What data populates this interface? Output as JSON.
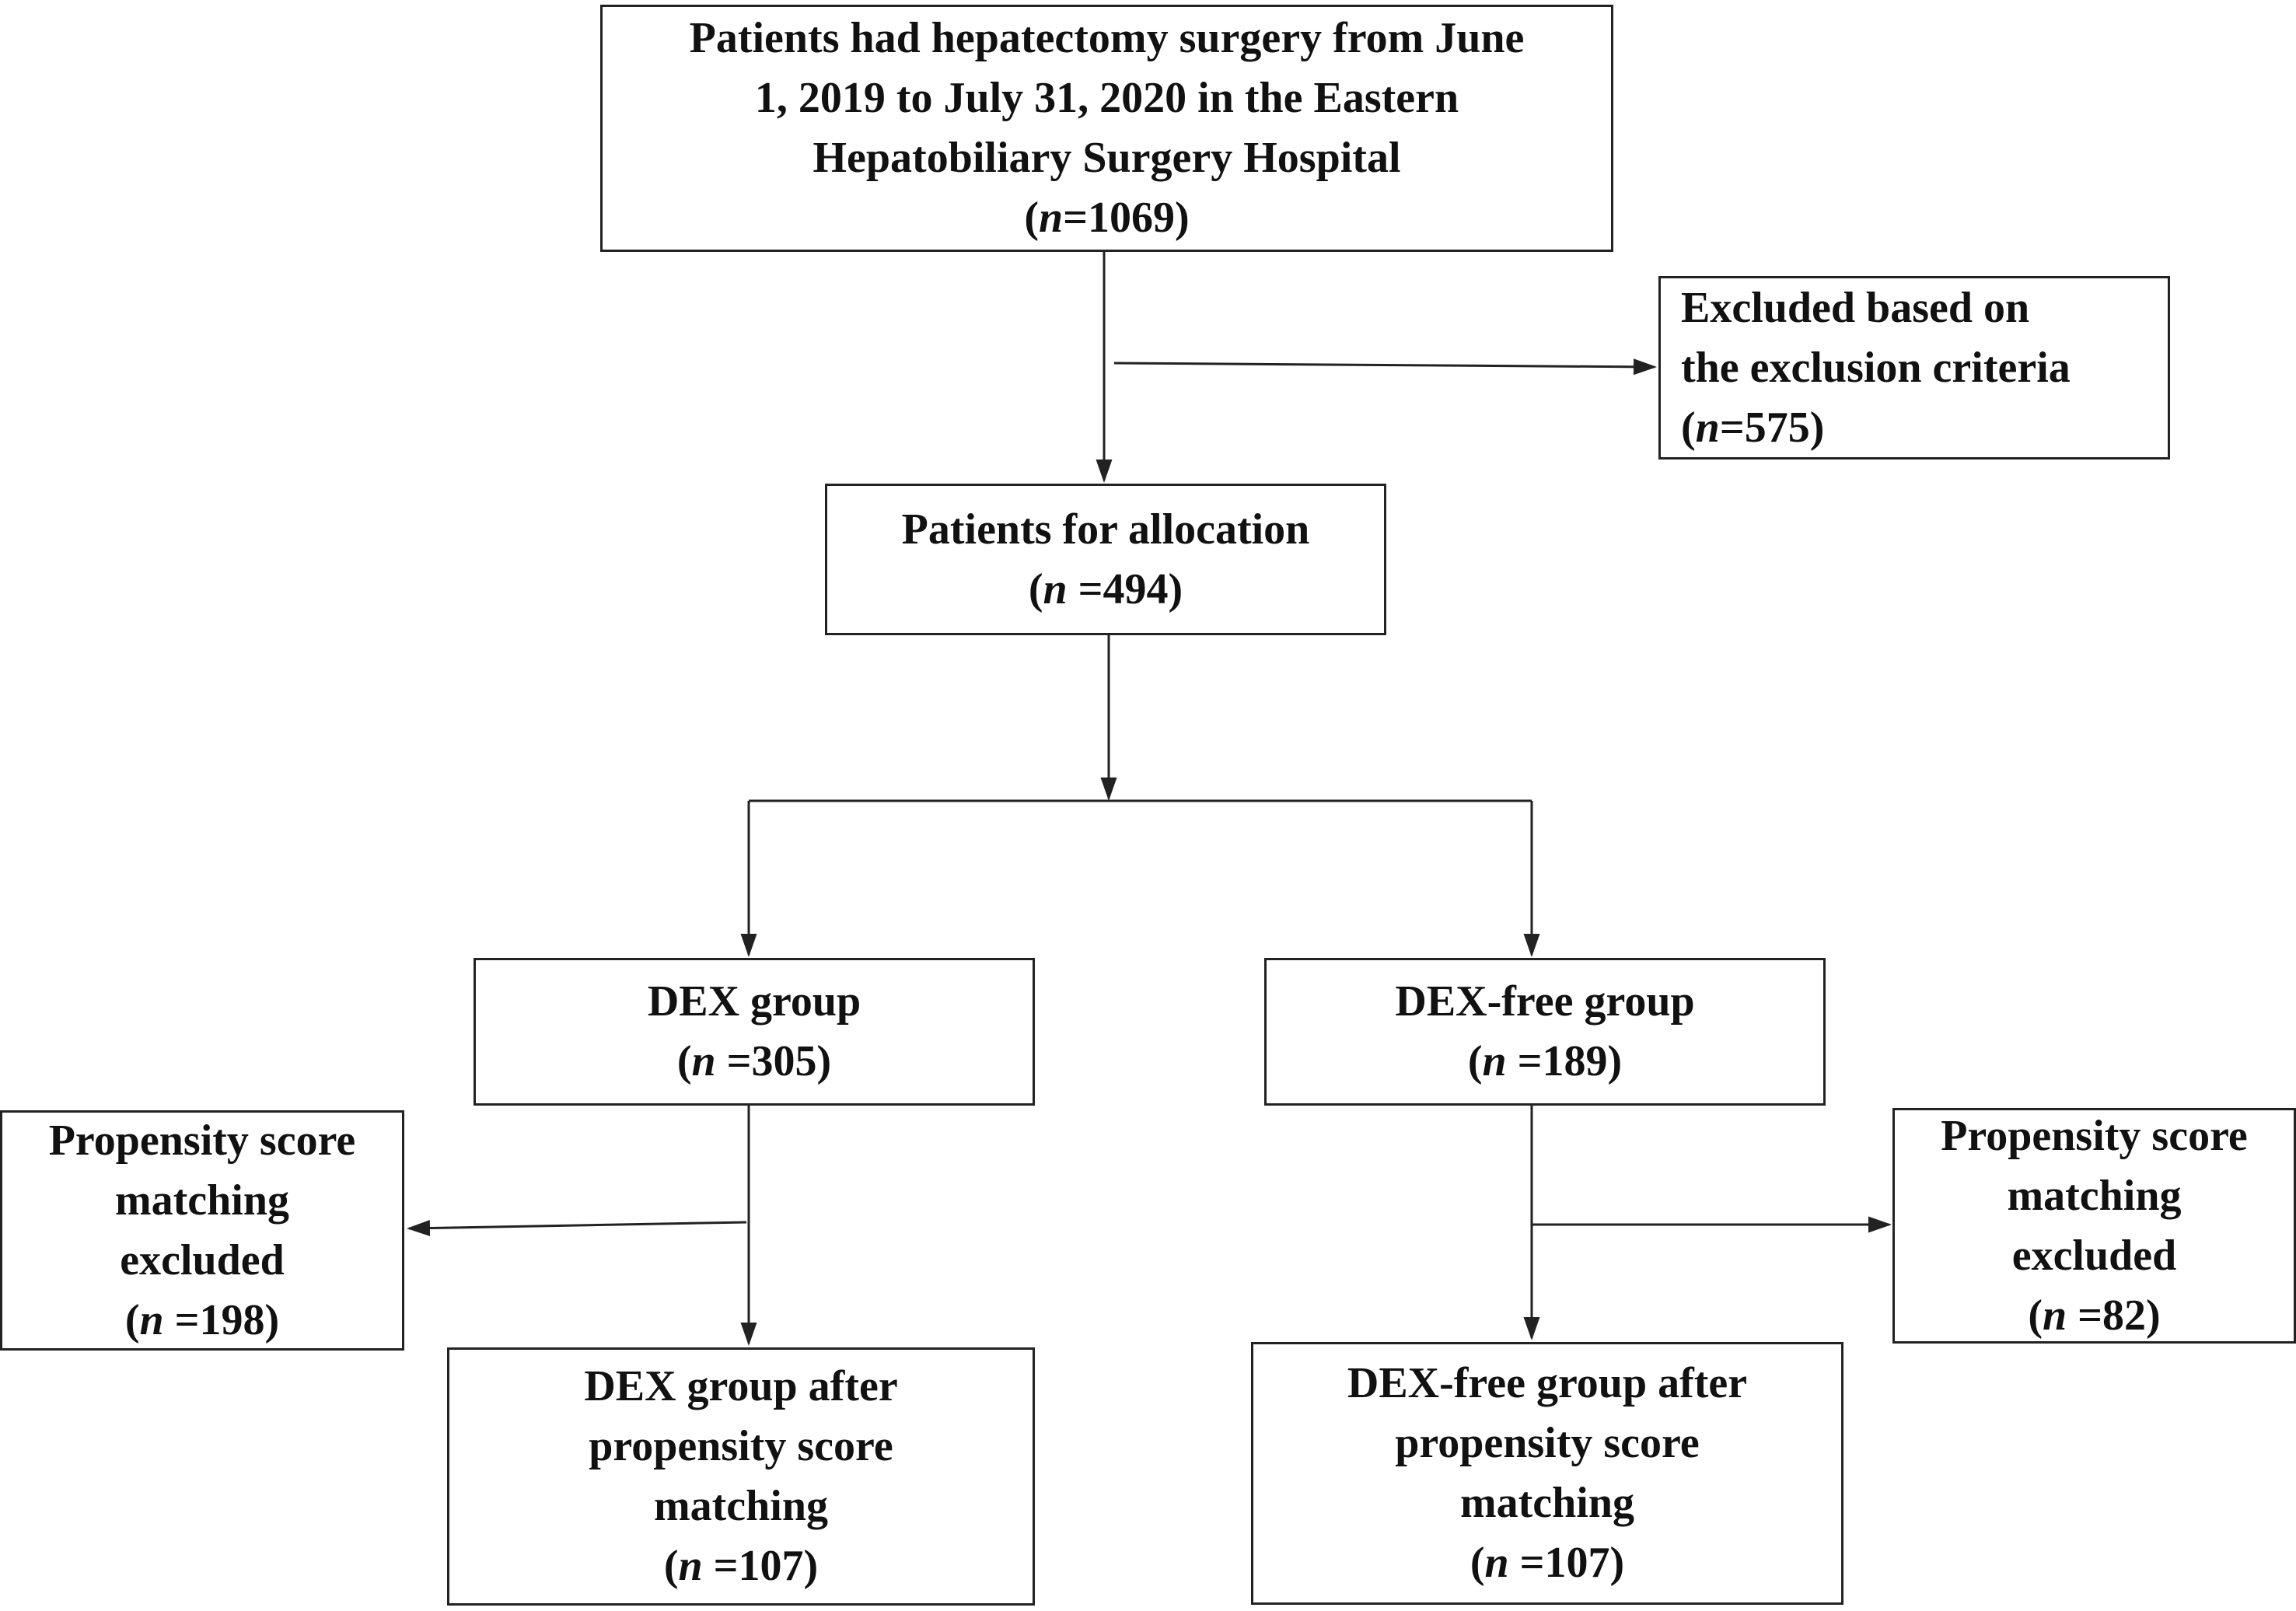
{
  "boxes": {
    "source": {
      "lines": [
        "Patients had hepatectomy surgery from June",
        "1, 2019 to July 31, 2020 in the Eastern",
        "Hepatobiliary Surgery Hospital"
      ],
      "n_prefix": "(",
      "n_var": "n",
      "n_suffix": "=1069)"
    },
    "excluded_criteria": {
      "lines": [
        "Excluded based on",
        "the exclusion criteria"
      ],
      "n_prefix": "(",
      "n_var": "n",
      "n_suffix": "=575)"
    },
    "allocation": {
      "lines": [
        "Patients for allocation"
      ],
      "n_prefix": "(",
      "n_var": "n",
      "n_suffix": " =494)"
    },
    "dex_group": {
      "lines": [
        "DEX group"
      ],
      "n_prefix": "(",
      "n_var": "n",
      "n_suffix": " =305)"
    },
    "dex_free_group": {
      "lines": [
        "DEX-free group"
      ],
      "n_prefix": "(",
      "n_var": "n",
      "n_suffix": " =189)"
    },
    "psm_excluded_left": {
      "lines": [
        "Propensity score",
        "matching",
        "excluded"
      ],
      "n_prefix": "(",
      "n_var": "n",
      "n_suffix": " =198)"
    },
    "psm_excluded_right": {
      "lines": [
        "Propensity score",
        "matching",
        "excluded"
      ],
      "n_prefix": "(",
      "n_var": "n",
      "n_suffix": " =82)"
    },
    "dex_after_psm": {
      "lines": [
        "DEX group after",
        "propensity score",
        "matching"
      ],
      "n_prefix": "(",
      "n_var": "n",
      "n_suffix": " =107)"
    },
    "dex_free_after_psm": {
      "lines": [
        "DEX-free group after",
        "propensity score",
        "matching"
      ],
      "n_prefix": "(",
      "n_var": "n",
      "n_suffix": " =107)"
    }
  },
  "colors": {
    "line": "#222222",
    "text": "#111111",
    "background": "#ffffff"
  }
}
